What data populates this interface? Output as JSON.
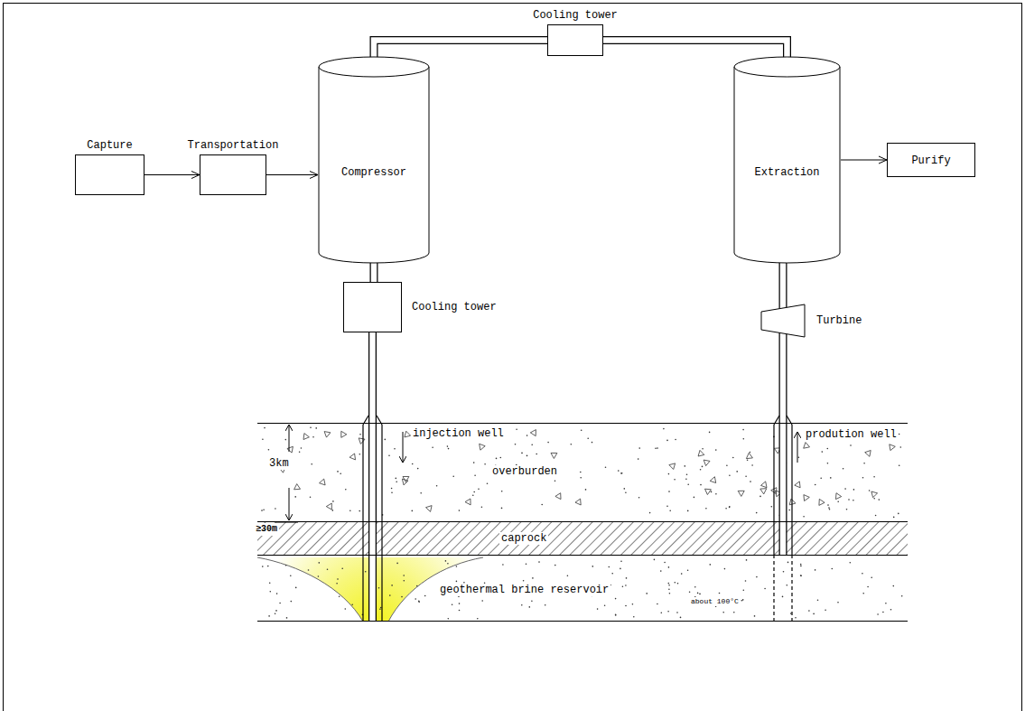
{
  "diagram": {
    "nodes": [
      {
        "text": [
          "Cooling tower"
        ]
      },
      {
        "text": [
          "Capture"
        ]
      },
      {
        "text": [
          "Transportation"
        ]
      },
      {
        "text": [
          "Compressor"
        ]
      },
      {
        "text": [
          "Extraction"
        ]
      },
      {
        "text": [
          "Purify"
        ]
      },
      {
        "text": [
          "Cooling tower"
        ]
      },
      {
        "text": [
          "Turbine"
        ]
      },
      {
        "text": [
          "overburden"
        ]
      },
      {
        "text": [
          "caprock"
        ]
      },
      {
        "text": [
          "geothermal brine reservoir",
          "about 100°C"
        ]
      }
    ],
    "edges": [
      {
        "from": 1,
        "to": 2,
        "arrow": "to"
      },
      {
        "from": 2,
        "to": 3,
        "arrow": "to"
      },
      {
        "from": 3,
        "to": 0,
        "arrow": "none"
      },
      {
        "from": 0,
        "to": 4,
        "arrow": "none"
      },
      {
        "from": 4,
        "to": 5,
        "arrow": "to"
      },
      {
        "from": 3,
        "to": 6,
        "arrow": "none"
      },
      {
        "from": 6,
        "to": 10,
        "arrow": "none"
      },
      {
        "from": 10,
        "to": 7,
        "arrow": "none"
      },
      {
        "from": 7,
        "to": 4,
        "arrow": "none"
      }
    ],
    "labels": [
      "3km",
      "≥30m",
      "injection well",
      "prodution well"
    ]
  }
}
